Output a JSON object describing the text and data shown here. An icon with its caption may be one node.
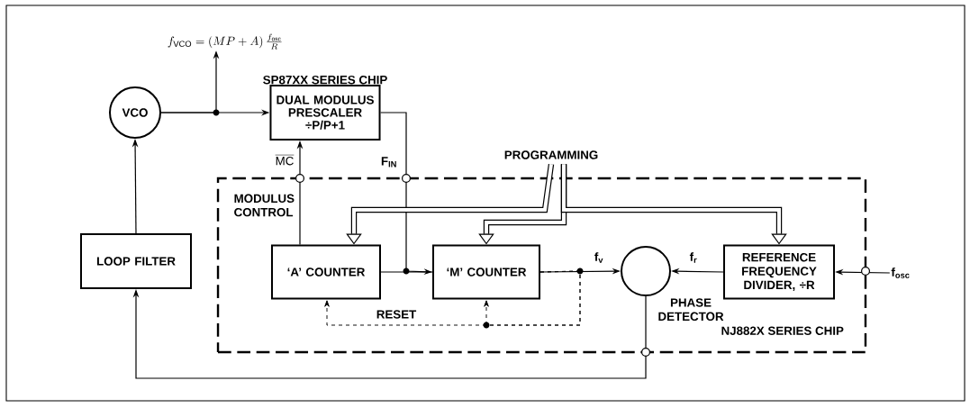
{
  "diagram": {
    "nodes": [
      {
        "text": [
          "NJ882X SERIES CHIP"
        ]
      },
      {
        "text": [
          "VCO"
        ]
      },
      {
        "text": [
          "SP87XX SERIES CHIP",
          "DUAL MODULUS PRESCALER ÷P/P+1"
        ]
      },
      {
        "text": [
          "LOOP FILTER"
        ]
      },
      {
        "text": [
          "‘A’ COUNTER"
        ],
        "in": 0
      },
      {
        "text": [
          "‘M’ COUNTER"
        ],
        "in": 0
      },
      {
        "text": [
          "PHASE DETECTOR"
        ],
        "in": 0
      },
      {
        "text": [
          "REFERENCE FREQUENCY DIVIDER, ÷R"
        ],
        "in": 0
      },
      {
        "text": [
          "f_{\\mathrm{VCO}} = (MP+A)\\,\\frac{f_{\\mathrm{osc}}}{R}"
        ]
      },
      {
        "text": [
          "f$_{osc}$"
        ]
      },
      {
        "text": [
          "PROGRAMMING"
        ]
      }
    ],
    "edges": [
      {
        "from": 1,
        "to": 2,
        "arrow": "to"
      },
      {
        "from": 1,
        "to": 8,
        "arrow": "to"
      },
      {
        "from": 2,
        "to": 5,
        "arrow": "to"
      },
      {
        "from": 4,
        "to": 5,
        "arrow": "none"
      },
      {
        "from": 4,
        "to": 2,
        "arrow": "to"
      },
      {
        "from": 5,
        "to": 6,
        "arrow": "to",
        "label": "f$_{v}$"
      },
      {
        "from": 7,
        "to": 6,
        "arrow": "to",
        "label": "f$_{r}$"
      },
      {
        "from": 9,
        "to": 7,
        "arrow": "to"
      },
      {
        "from": 6,
        "to": 3,
        "arrow": "to"
      },
      {
        "from": 3,
        "to": 1,
        "arrow": "to"
      },
      {
        "from": 10,
        "to": 4,
        "arrow": "to",
        "style": "thick"
      },
      {
        "from": 10,
        "to": 5,
        "arrow": "to",
        "style": "thick"
      },
      {
        "from": 10,
        "to": 7,
        "arrow": "to",
        "style": "thick"
      },
      {
        "from": 5,
        "to": 4,
        "arrow": "to",
        "style": "dashed",
        "label": "RESET"
      },
      {
        "from": 5,
        "to": 5,
        "arrow": "to",
        "style": "dashed"
      }
    ],
    "labels": [
      "\\overline{\\mathrm{MC}}",
      "F$_{IN}$",
      "MODULUS CONTROL"
    ]
  }
}
